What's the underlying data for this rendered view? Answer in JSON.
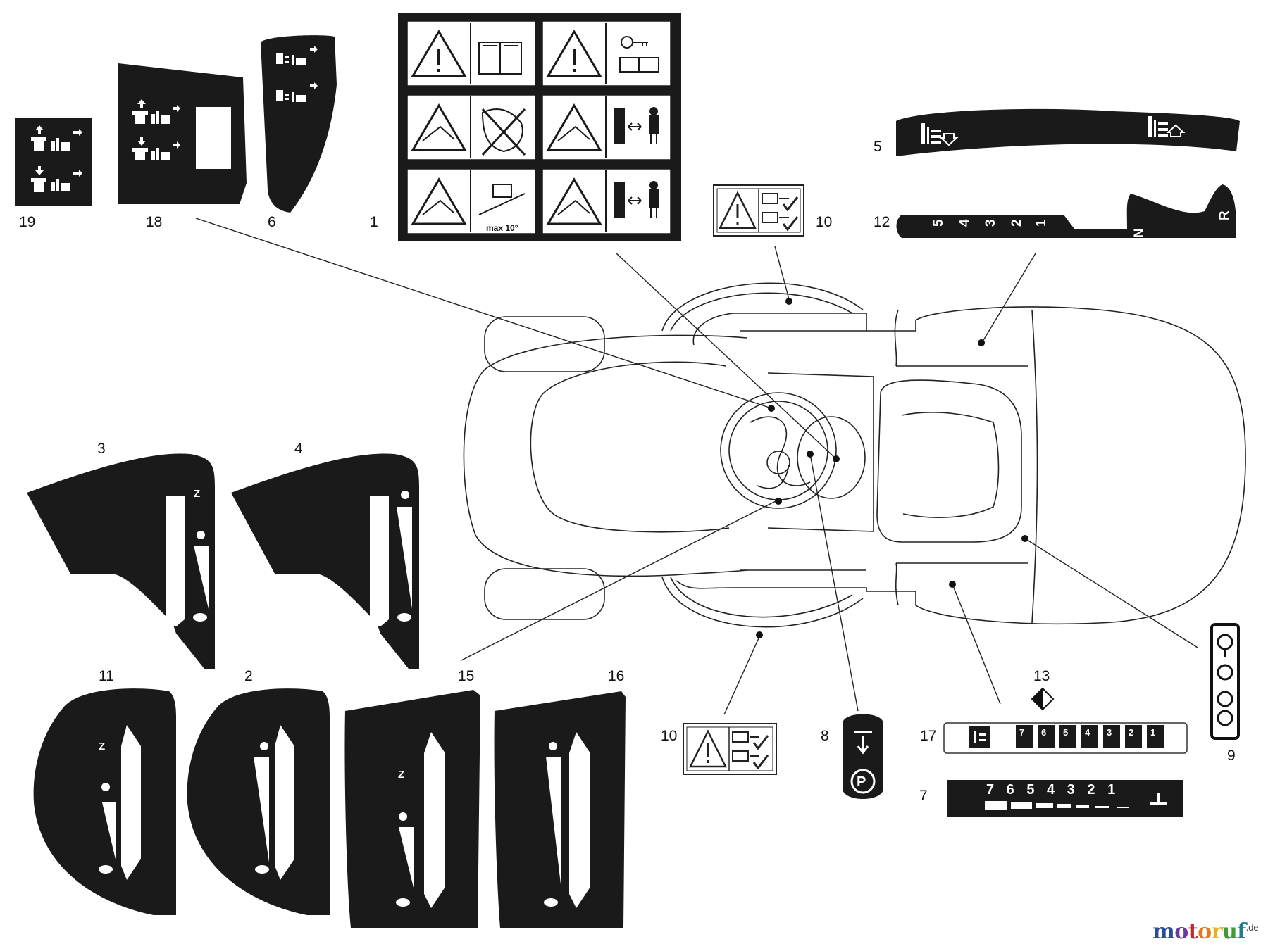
{
  "callouts": [
    {
      "id": "19",
      "label": "19"
    },
    {
      "id": "18",
      "label": "18"
    },
    {
      "id": "6",
      "label": "6"
    },
    {
      "id": "1",
      "label": "1"
    },
    {
      "id": "10a",
      "label": "10"
    },
    {
      "id": "12",
      "label": "12"
    },
    {
      "id": "5",
      "label": "5"
    },
    {
      "id": "3",
      "label": "3"
    },
    {
      "id": "4",
      "label": "4"
    },
    {
      "id": "11",
      "label": "11"
    },
    {
      "id": "2",
      "label": "2"
    },
    {
      "id": "15",
      "label": "15"
    },
    {
      "id": "16",
      "label": "16"
    },
    {
      "id": "13",
      "label": "13"
    },
    {
      "id": "10b",
      "label": "10"
    },
    {
      "id": "8",
      "label": "8"
    },
    {
      "id": "17",
      "label": "17"
    },
    {
      "id": "7",
      "label": "7"
    },
    {
      "id": "9",
      "label": "9"
    }
  ],
  "decal_12_gears": [
    "5",
    "4",
    "3",
    "2",
    "1",
    "N",
    "R"
  ],
  "decal_17_steps": [
    "7",
    "6",
    "5",
    "4",
    "3",
    "2",
    "1"
  ],
  "decal_7_steps": "7 6 5 4 3 2 1",
  "decal_1_slope": "max 10°",
  "watermark": {
    "brand": "motoruf",
    "tld": ".de",
    "letters": [
      {
        "ch": "m",
        "color": "#2a4a9c"
      },
      {
        "ch": "o",
        "color": "#6a3aa0"
      },
      {
        "ch": "t",
        "color": "#c2272d"
      },
      {
        "ch": "o",
        "color": "#e07a1a"
      },
      {
        "ch": "r",
        "color": "#e6b219"
      },
      {
        "ch": "u",
        "color": "#3f9a3a"
      },
      {
        "ch": "f",
        "color": "#1a7f8a"
      }
    ]
  }
}
